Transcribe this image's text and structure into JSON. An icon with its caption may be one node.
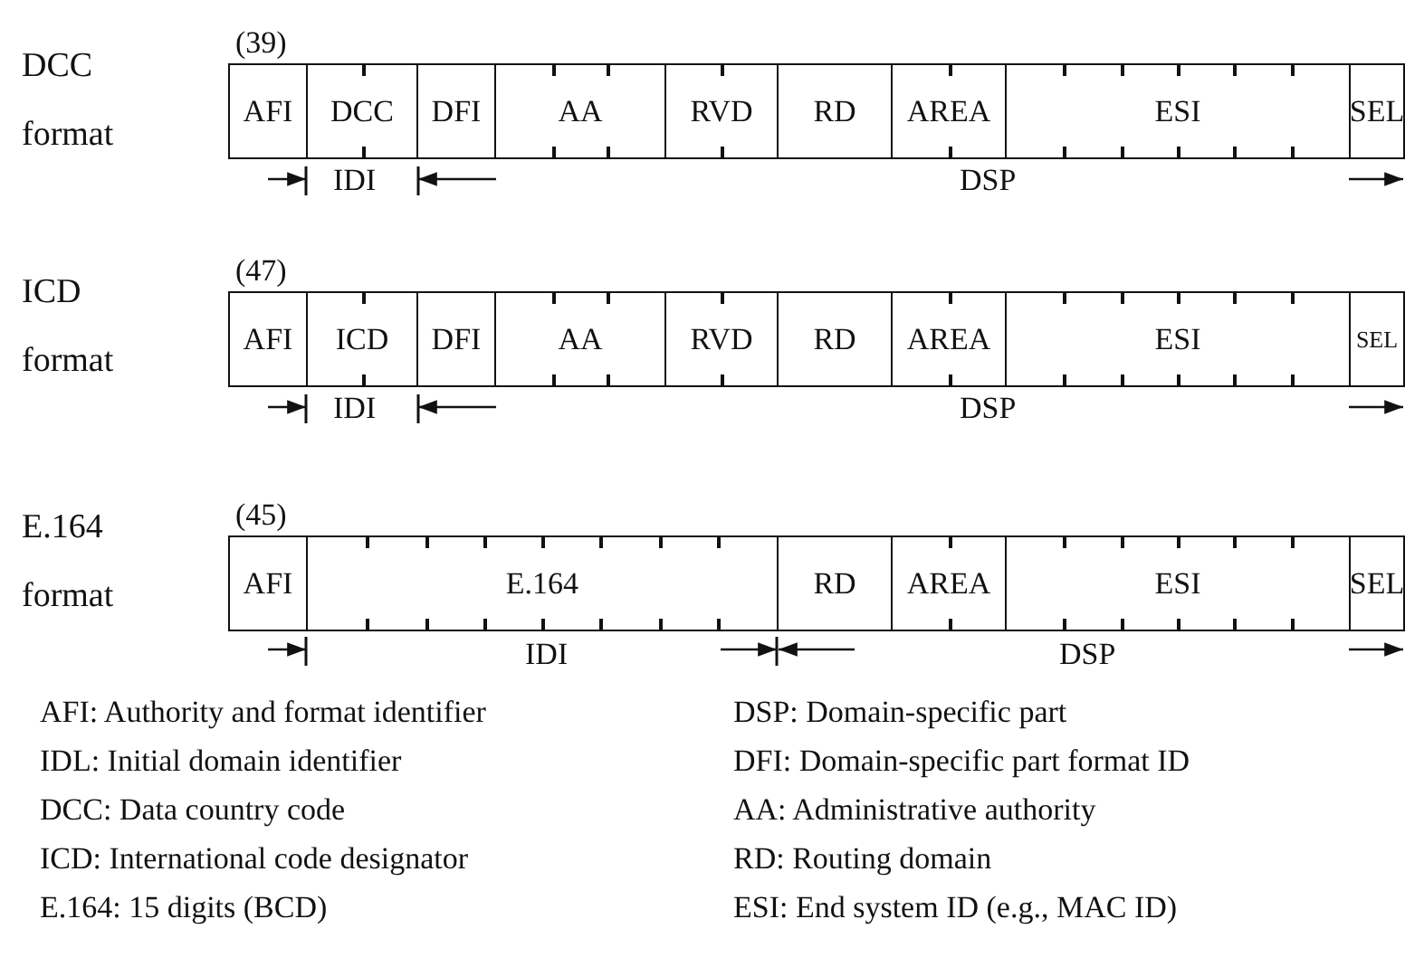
{
  "diagram": {
    "nodes": [
      {
        "text": [
          "AFI"
        ]
      },
      {
        "text": [
          "DCC"
        ]
      },
      {
        "text": [
          "DFI"
        ]
      },
      {
        "text": [
          "AA"
        ]
      },
      {
        "text": [
          "RVD"
        ]
      },
      {
        "text": [
          "RD"
        ]
      },
      {
        "text": [
          "AREA"
        ]
      },
      {
        "text": [
          "ESI"
        ]
      },
      {
        "text": [
          "SEL"
        ]
      },
      {
        "text": [
          "AFI"
        ]
      },
      {
        "text": [
          "ICD"
        ]
      },
      {
        "text": [
          "DFI"
        ]
      },
      {
        "text": [
          "AA"
        ]
      },
      {
        "text": [
          "RVD"
        ]
      },
      {
        "text": [
          "RD"
        ]
      },
      {
        "text": [
          "AREA"
        ]
      },
      {
        "text": [
          "ESI"
        ]
      },
      {
        "text": [
          "SEL"
        ]
      },
      {
        "text": [
          "AFI"
        ]
      },
      {
        "text": [
          "E.164"
        ]
      },
      {
        "text": [
          "RD"
        ]
      },
      {
        "text": [
          "AREA"
        ]
      },
      {
        "text": [
          "ESI"
        ]
      },
      {
        "text": [
          "SEL"
        ]
      }
    ],
    "labels": [
      "DCC format",
      "(39)",
      "IDI",
      "DSP",
      "ICD format",
      "(47)",
      "IDI",
      "DSP",
      "E.164 format",
      "(45)",
      "IDI",
      "DSP",
      "AFI: Authority and format identifier",
      "DSP: Domain-specific part",
      "IDL: Initial domain identifier",
      "DFI: Domain-specific part format ID",
      "DCC: Data country code",
      "AA: Administrative authority",
      "ICD: International code designator",
      "RD: Routing domain",
      "E.164: 15 digits (BCD)",
      "ESI: End system ID (e.g., MAC ID)"
    ]
  }
}
